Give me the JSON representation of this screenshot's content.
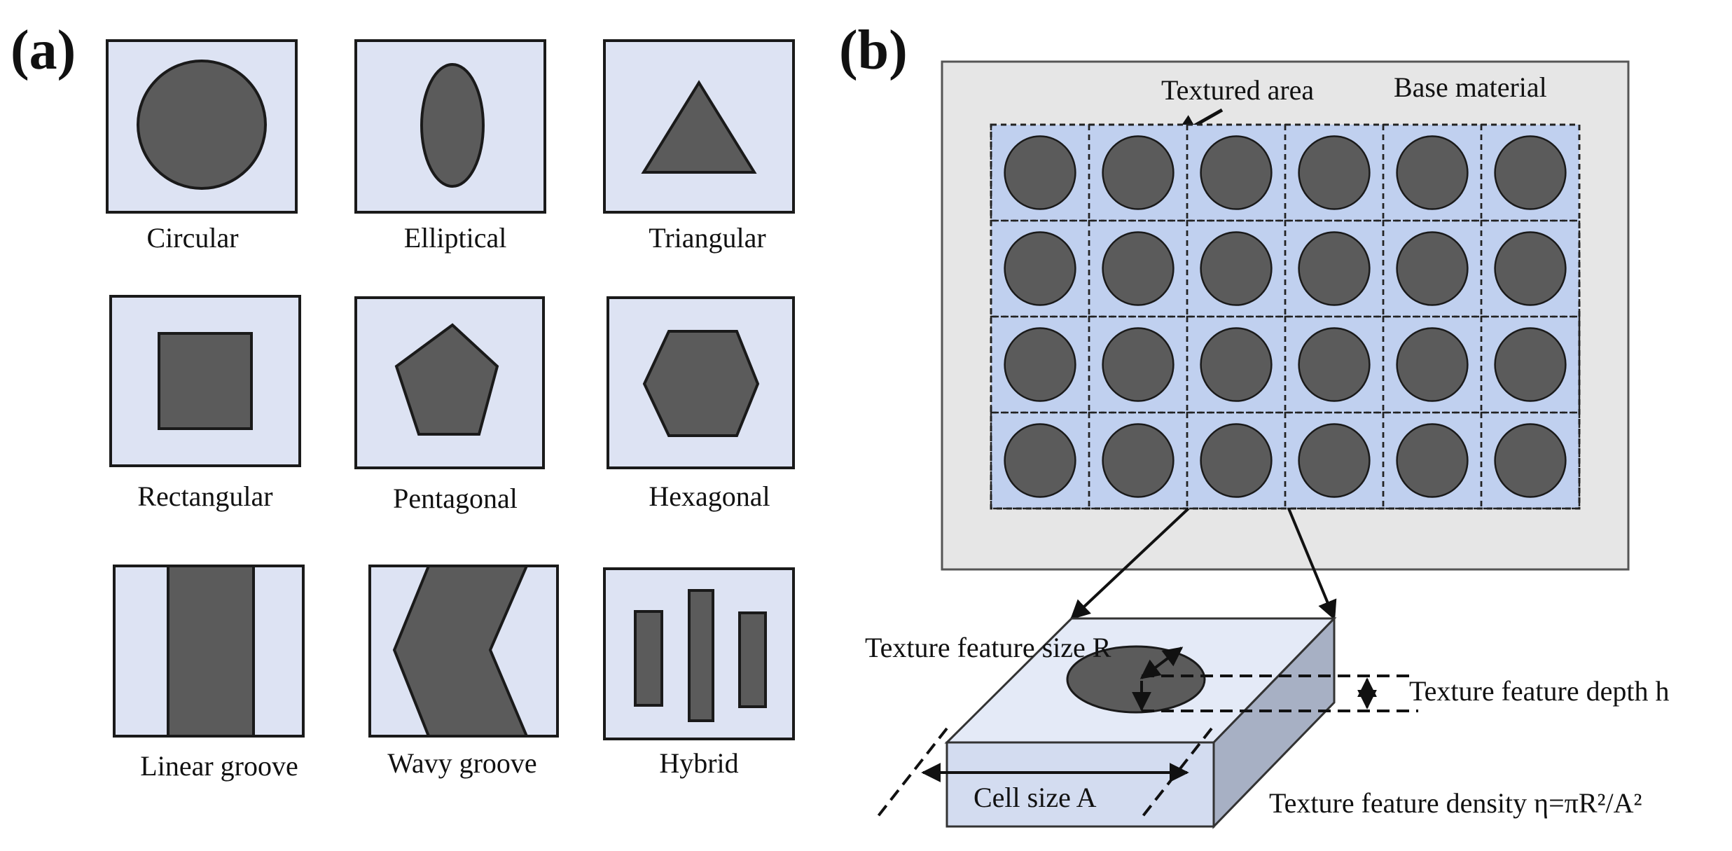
{
  "panel_a": {
    "letter": "(a)",
    "shapes": [
      {
        "label": "Circular"
      },
      {
        "label": "Elliptical"
      },
      {
        "label": "Triangular"
      },
      {
        "label": "Rectangular"
      },
      {
        "label": "Pentagonal"
      },
      {
        "label": "Hexagonal"
      },
      {
        "label": "Linear groove"
      },
      {
        "label": "Wavy groove"
      },
      {
        "label": "Hybrid"
      }
    ]
  },
  "panel_b": {
    "letter": "(b)",
    "textured_area_label": "Textured area",
    "base_material_label": "Base material",
    "grid_rows": 4,
    "grid_cols": 6,
    "feature_size_label": "Texture feature size R",
    "feature_depth_label": "Texture feature depth h",
    "cell_size_label": "Cell size A",
    "density_label": "Texture feature density η=πR²/A²"
  },
  "colors": {
    "box_fill": "#dde3f3",
    "shape_fill": "#5b5b5b",
    "base_material": "#e6e6e6",
    "cell_fill": "#c0d0ef",
    "block_top": "#e4eaf7",
    "block_front": "#d3dcf0",
    "block_side": "#a7b0c4",
    "stroke": "#1a1a1a"
  }
}
